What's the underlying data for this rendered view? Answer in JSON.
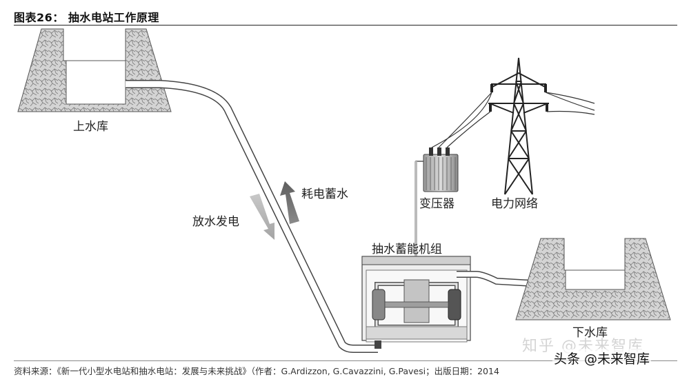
{
  "header": {
    "title": "图表26：  抽水电站工作原理"
  },
  "labels": {
    "upper_reservoir": "上水库",
    "lower_reservoir": "下水库",
    "pumping": "耗电蓄水",
    "generating": "放水发电",
    "transformer": "变压器",
    "grid": "电力网络",
    "unit": "抽水蓄能机组"
  },
  "footer": {
    "source": "资料来源：《新一代小型水电站和抽水电站：发展与未来挑战》（作者：G.Ardizzon, G.Cavazzini, G.Pavesi；出版日期：2014"
  },
  "watermarks": {
    "zhihu": "知乎 @未来智库",
    "toutiao": "头条 @未来智库"
  },
  "colors": {
    "concrete": "#d9d9d9",
    "water": "#ffffff",
    "arrow_gray": "#b0b0b0",
    "arrow_dark": "#707070"
  }
}
